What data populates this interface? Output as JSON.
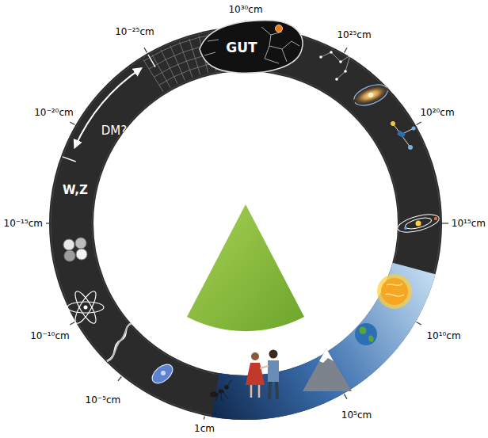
{
  "diagram": {
    "labels": [
      "10³⁰cm",
      "10⁻²⁵cm",
      "10²⁵cm",
      "GUT",
      "10⁻²⁰cm",
      "DM?",
      "10²⁰cm",
      "10⁻¹⁵cm",
      "W,Z",
      "10¹⁵cm",
      "10⁻¹⁰cm",
      "10¹⁰cm",
      "10⁻⁵cm",
      "1cm",
      "10⁵cm"
    ]
  }
}
